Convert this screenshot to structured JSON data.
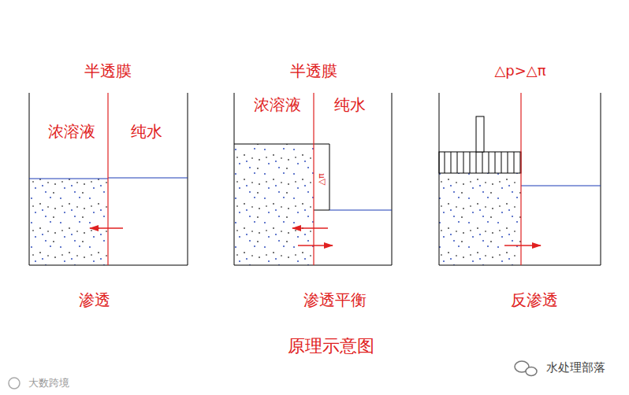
{
  "diagram": {
    "title": "原理示意图",
    "labels": [
      "半透膜",
      "浓溶液",
      "纯水",
      "渗透",
      "半透膜",
      "浓溶液",
      "纯水",
      "△π",
      "渗透平衡",
      "△p>△π",
      "反渗透",
      "大数跨境",
      "水处理部落"
    ]
  }
}
